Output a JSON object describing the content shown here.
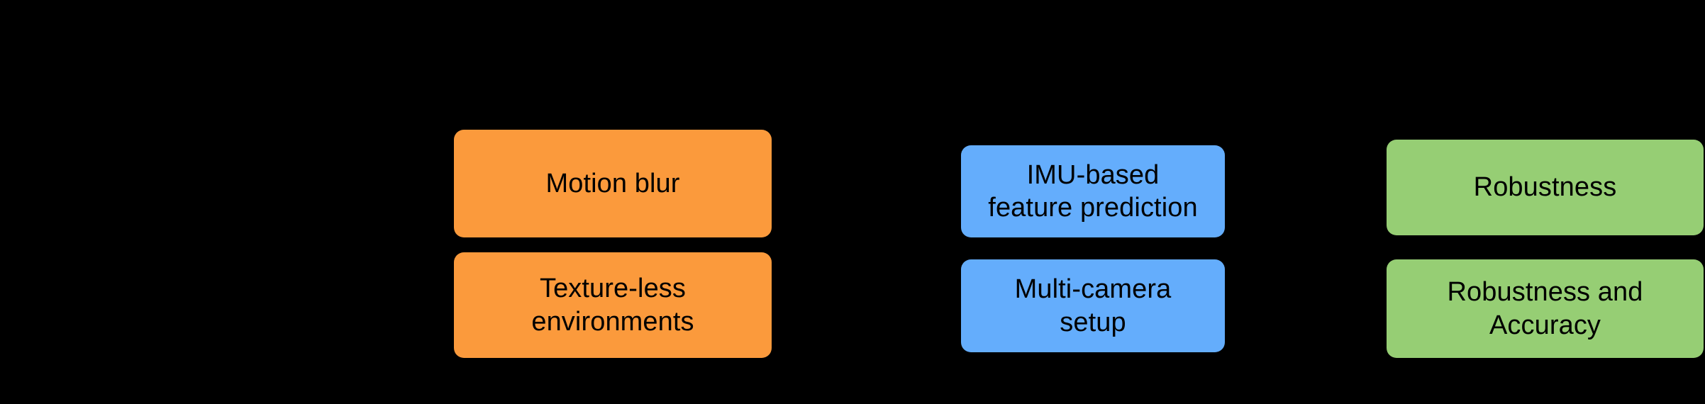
{
  "figure": {
    "background_color": "#000000",
    "text_color": "#000000",
    "columns": [
      {
        "id": "challenges",
        "color": "#fb9a3c",
        "nodes": [
          {
            "label": "Motion blur"
          },
          {
            "label": "Texture-less\nenvironments"
          }
        ]
      },
      {
        "id": "solutions",
        "color": "#64adfc",
        "nodes": [
          {
            "label": "IMU-based\nfeature prediction"
          },
          {
            "label": "Multi-camera\nsetup"
          }
        ]
      },
      {
        "id": "benefits",
        "color": "#96ce74",
        "nodes": [
          {
            "label": "Robustness"
          },
          {
            "label": "Robustness and\nAccuracy"
          }
        ]
      }
    ]
  },
  "nodes": {
    "motion_blur": "Motion blur",
    "texture_less": "Texture-less\nenvironments",
    "imu_based": "IMU-based\nfeature prediction",
    "multi_camera": "Multi-camera\nsetup",
    "robustness": "Robustness",
    "robustness_accuracy": "Robustness and\nAccuracy"
  }
}
